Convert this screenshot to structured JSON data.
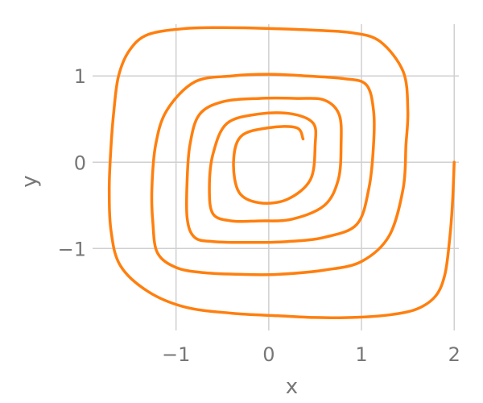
{
  "chart_data": {
    "type": "line",
    "title": "",
    "xlabel": "x",
    "ylabel": "y",
    "xlim": [
      -1.9,
      2.05
    ],
    "ylim": [
      -1.95,
      1.6
    ],
    "xticks": [
      -1,
      0,
      1,
      2
    ],
    "yticks": [
      -1,
      0,
      1
    ],
    "xtick_labels": [
      "−1",
      "0",
      "1",
      "2"
    ],
    "ytick_labels": [
      "−1",
      "0",
      "1"
    ],
    "grid": true,
    "series": [
      {
        "color": "#ff7f0e",
        "x": [
          2.0,
          1.98,
          1.95,
          1.9,
          1.8,
          1.6,
          1.3,
          0.9,
          0.5,
          0.1,
          -0.4,
          -0.9,
          -1.3,
          -1.6,
          -1.7,
          -1.72,
          -1.7,
          -1.67,
          -1.62,
          -1.5,
          -1.3,
          -0.9,
          -0.5,
          0.0,
          0.5,
          0.9,
          1.2,
          1.45,
          1.5,
          1.48,
          1.45,
          1.3,
          1.0,
          0.6,
          0.1,
          -0.3,
          -0.7,
          -1.0,
          -1.2,
          -1.25,
          -1.26,
          -1.22,
          -1.1,
          -0.8,
          -0.4,
          0.0,
          0.4,
          0.8,
          1.05,
          1.13,
          1.13,
          1.08,
          0.95,
          0.6,
          0.2,
          -0.2,
          -0.6,
          -0.8,
          -0.88,
          -0.88,
          -0.85,
          -0.75,
          -0.5,
          -0.1,
          0.3,
          0.6,
          0.76,
          0.78,
          0.75,
          0.6,
          0.25,
          -0.1,
          -0.4,
          -0.6,
          -0.64,
          -0.6,
          -0.45,
          -0.1,
          0.25,
          0.48,
          0.5,
          0.45,
          0.2,
          -0.1,
          -0.32,
          -0.38,
          -0.3,
          0.0,
          0.3,
          0.37
        ],
        "y": [
          0.0,
          -0.5,
          -0.9,
          -1.3,
          -1.55,
          -1.7,
          -1.77,
          -1.8,
          -1.8,
          -1.78,
          -1.75,
          -1.68,
          -1.5,
          -1.2,
          -0.8,
          -0.3,
          0.2,
          0.6,
          1.0,
          1.3,
          1.48,
          1.55,
          1.56,
          1.55,
          1.53,
          1.5,
          1.4,
          1.05,
          0.6,
          0.2,
          -0.3,
          -0.85,
          -1.15,
          -1.25,
          -1.3,
          -1.3,
          -1.28,
          -1.22,
          -1.05,
          -0.7,
          -0.3,
          0.2,
          0.6,
          0.93,
          1.0,
          1.02,
          1.0,
          0.97,
          0.9,
          0.6,
          0.2,
          -0.3,
          -0.72,
          -0.87,
          -0.92,
          -0.93,
          -0.92,
          -0.87,
          -0.65,
          -0.2,
          0.2,
          0.55,
          0.7,
          0.74,
          0.74,
          0.72,
          0.55,
          0.2,
          -0.2,
          -0.5,
          -0.66,
          -0.68,
          -0.68,
          -0.6,
          -0.3,
          0.1,
          0.45,
          0.56,
          0.56,
          0.45,
          0.2,
          -0.2,
          -0.43,
          -0.47,
          -0.35,
          0.0,
          0.3,
          0.4,
          0.4,
          0.27
        ]
      }
    ]
  }
}
